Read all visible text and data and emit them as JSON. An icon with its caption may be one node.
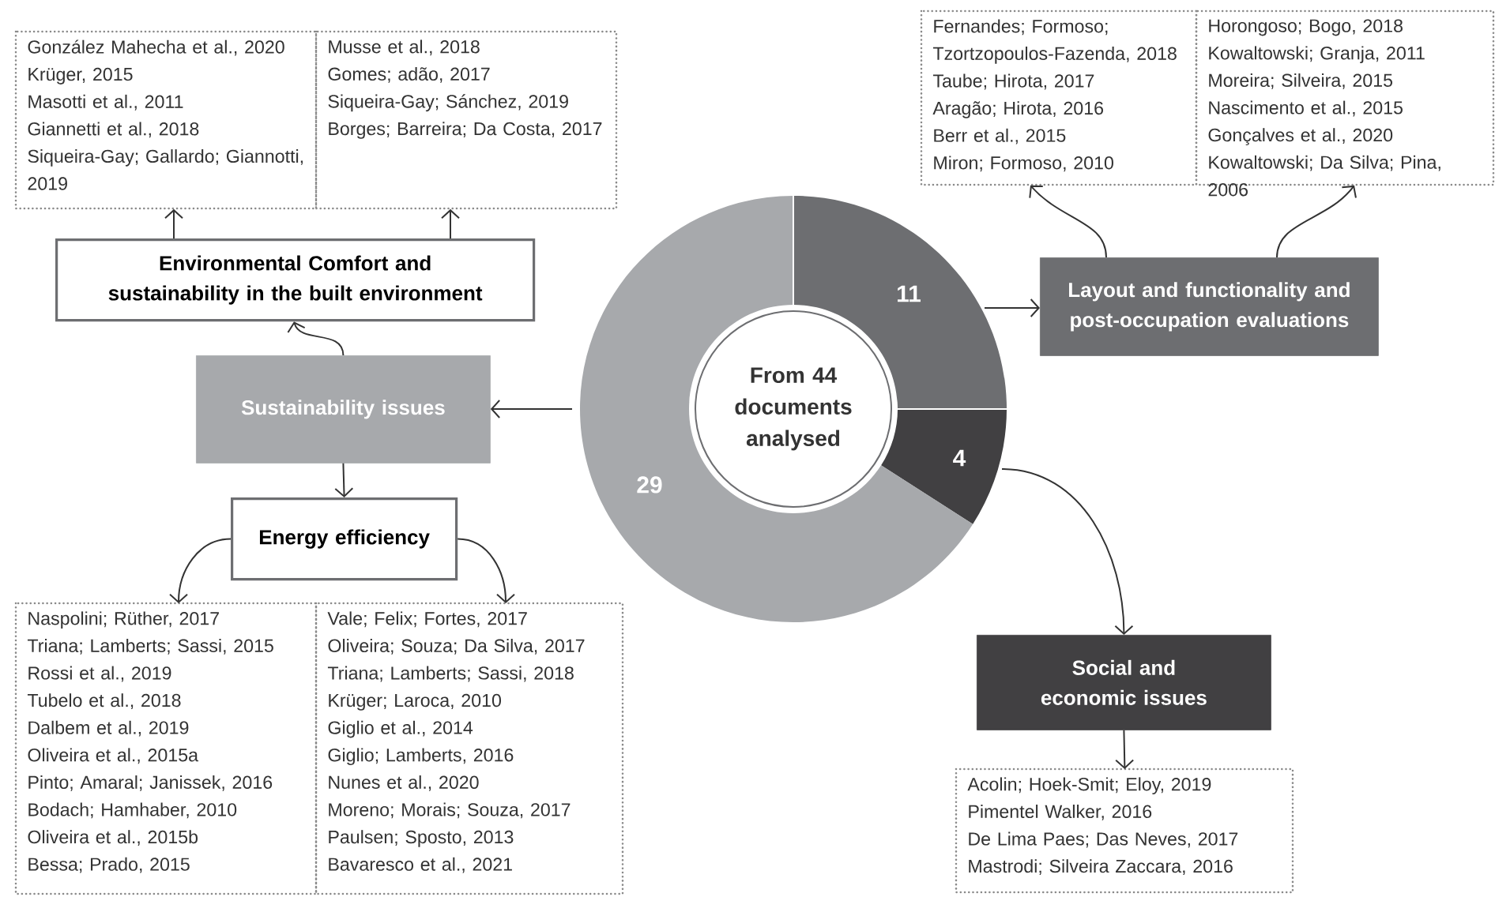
{
  "diagram": {
    "nodes": [
      {
        "text": [
          "González Mahecha et al., 2020",
          "Krüger, 2015",
          "Masotti et al., 2011",
          "Giannetti et al., 2018",
          "Siqueira-Gay; Gallardo; Giannotti, 2019"
        ]
      },
      {
        "text": [
          "Musse et al., 2018",
          "Gomes; adão, 2017",
          "Siqueira-Gay; Sánchez, 2019",
          "Borges; Barreira; Da Costa, 2017"
        ]
      },
      {
        "text": [
          "Fernandes; Formoso; Tzortzopoulos-Fazenda, 2018",
          "Taube; Hirota, 2017",
          "Aragão; Hirota, 2016",
          "Berr et al., 2015",
          "Miron; Formoso, 2010"
        ]
      },
      {
        "text": [
          "Horongoso; Bogo, 2018",
          "Kowaltowski; Granja, 2011",
          "Moreira; Silveira, 2015",
          "Nascimento et al., 2015",
          "Gonçalves et al., 2020",
          "Kowaltowski; Da Silva; Pina, 2006"
        ]
      },
      {
        "text": [
          "Environmental Comfort and sustainability in the built environment"
        ]
      },
      {
        "text": [
          "Layout and functionality and post-occupation evaluations"
        ]
      },
      {
        "text": [
          "Sustainability issues"
        ]
      },
      {
        "text": [
          "11"
        ]
      },
      {
        "text": [
          "4"
        ]
      },
      {
        "text": [
          "29"
        ]
      },
      {
        "text": [
          "From 44 documents analysed"
        ]
      },
      {
        "text": [
          "Energy efficiency"
        ]
      },
      {
        "text": [
          "Social and economic issues"
        ]
      },
      {
        "text": [
          "Naspolini; Rüther, 2017",
          "Triana; Lamberts; Sassi, 2015",
          "Rossi et al., 2019",
          "Tubelo et al., 2018",
          "Dalbem et al., 2019",
          "Oliveira et al., 2015a",
          "Pinto; Amaral; Janissek, 2016",
          "Bodach; Hamhaber, 2010",
          "Oliveira et al., 2015b",
          "Bessa; Prado, 2015"
        ]
      },
      {
        "text": [
          "Vale; Felix; Fortes, 2017",
          "Oliveira; Souza; Da Silva, 2017",
          "Triana; Lamberts; Sassi, 2018",
          "Krüger; Laroca, 2010",
          "Giglio et al., 2014",
          "Giglio; Lamberts, 2016",
          "Nunes et al., 2020",
          "Moreno; Morais; Souza, 2017",
          "Paulsen; Sposto, 2013",
          "Bavaresco et al., 2021"
        ]
      },
      {
        "text": [
          "Acolin; Hoek-Smit; Eloy, 2019",
          "Pimentel Walker, 2016",
          "De Lima Paes; Das Neves, 2017",
          "Mastrodi; Silveira Zaccara, 2016"
        ]
      }
    ],
    "edges": [
      {
        "from": 6,
        "to": 4,
        "arrow": "to"
      },
      {
        "from": 4,
        "to": 0,
        "arrow": "to"
      },
      {
        "from": 4,
        "to": 1,
        "arrow": "to"
      },
      {
        "from": 9,
        "to": 6,
        "arrow": "to"
      },
      {
        "from": 6,
        "to": 11,
        "arrow": "to"
      },
      {
        "from": 11,
        "to": 13,
        "arrow": "to"
      },
      {
        "from": 11,
        "to": 14,
        "arrow": "to"
      },
      {
        "from": 7,
        "to": 5,
        "arrow": "to"
      },
      {
        "from": 5,
        "to": 2,
        "arrow": "to"
      },
      {
        "from": 5,
        "to": 3,
        "arrow": "to"
      },
      {
        "from": 8,
        "to": 12,
        "arrow": "to"
      },
      {
        "from": 12,
        "to": 15,
        "arrow": "to"
      }
    ]
  }
}
